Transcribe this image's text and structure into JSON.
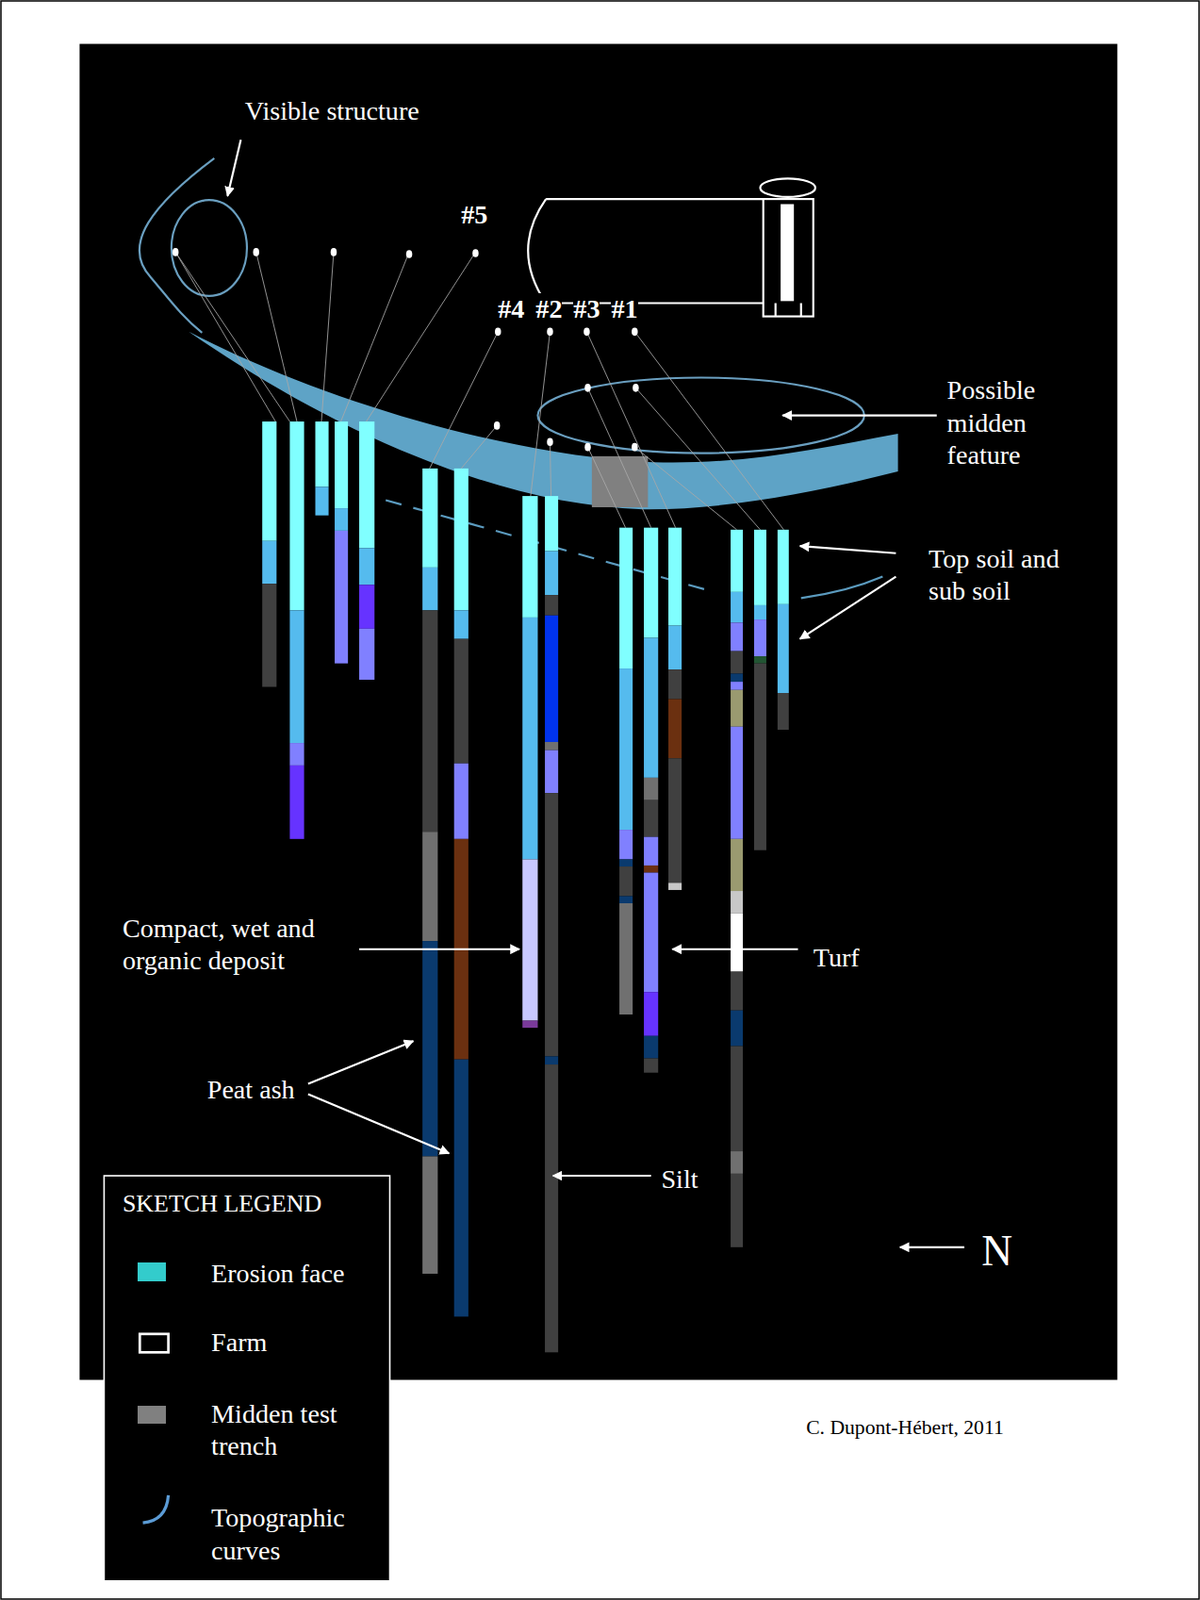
{
  "diagram": {
    "labels": [
      "Visible structure",
      "#5",
      "#4",
      "#2",
      "#3",
      "#1",
      "Possible midden feature",
      "Top soil and sub soil",
      "Compact, wet and organic deposit",
      "Turf",
      "Peat ash",
      "Silt",
      "N",
      "SKETCH LEGEND",
      "C. Dupont-Hébert, 2011"
    ],
    "legend": [
      {
        "text": "Erosion face",
        "color": "#33cccc"
      },
      {
        "text": "Farm"
      },
      {
        "text": "Midden test trench",
        "color": "#808080"
      },
      {
        "text": "Topographic curves"
      }
    ]
  }
}
